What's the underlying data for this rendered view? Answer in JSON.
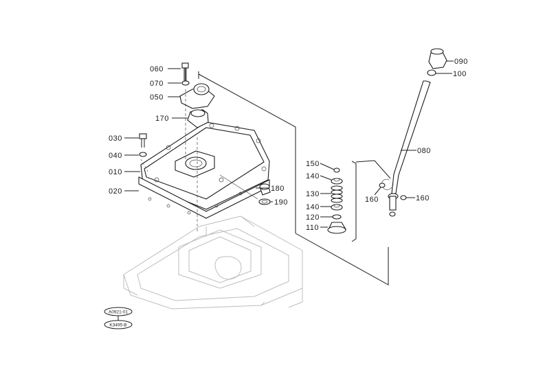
{
  "parts": {
    "p060": "060",
    "p070": "070",
    "p050": "050",
    "p170": "170",
    "p030": "030",
    "p040": "040",
    "p010": "010",
    "p020": "020",
    "p180": "180",
    "p190": "190",
    "p150": "150",
    "p140a": "140",
    "p130": "130",
    "p140b": "140",
    "p120": "120",
    "p110": "110",
    "p090": "090",
    "p100": "100",
    "p080": "080",
    "p160a": "160",
    "p160b": "160"
  },
  "codes": {
    "code_top": "A0921-01",
    "code_bottom": "K3495-B"
  }
}
